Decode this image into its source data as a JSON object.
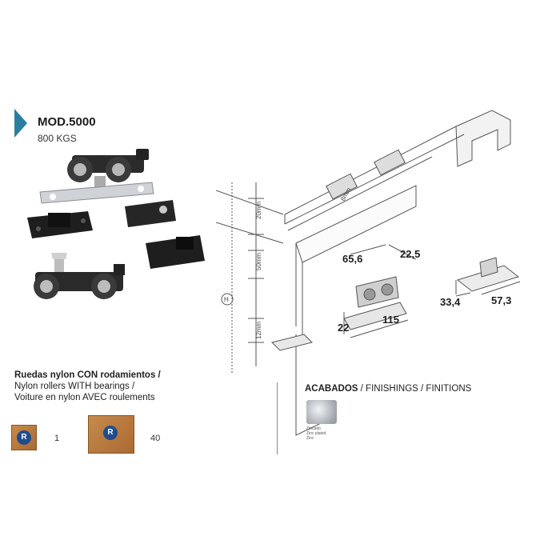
{
  "product": {
    "model": "MOD.5000",
    "capacity": "800 KGS"
  },
  "description": {
    "line1_bold": "Ruedas nylon CON rodamientos /",
    "line2": "Nylon rollers WITH bearings /",
    "line3": "Voiture en nylon AVEC roulements"
  },
  "packaging": [
    {
      "icon": "small-box-icon",
      "quantity": "1"
    },
    {
      "icon": "large-box-icon",
      "quantity": "40"
    }
  ],
  "dimensions": {
    "roller_top_left": "65,6",
    "roller_top_right": "22,5",
    "roller_bottom_left": "22",
    "roller_bottom_right": "115",
    "guide_left": "33,4",
    "guide_right": "57,3"
  },
  "diagram_labels": {
    "h": "H",
    "mm_20": "20mm",
    "mm_50": "50mm",
    "mm_12": "12mm",
    "mm_8": "8mm"
  },
  "finishes": {
    "title_bold": "ACABADOS",
    "title_rest": " / FINISHINGS / FINITIONS",
    "swatch_label1": "Zincado",
    "swatch_label2": "Zinc plated",
    "swatch_label3": "Zinc"
  },
  "colors": {
    "accent": "#2a7fa0",
    "box": "#b57a3e",
    "logo": "#1f4d8c"
  }
}
